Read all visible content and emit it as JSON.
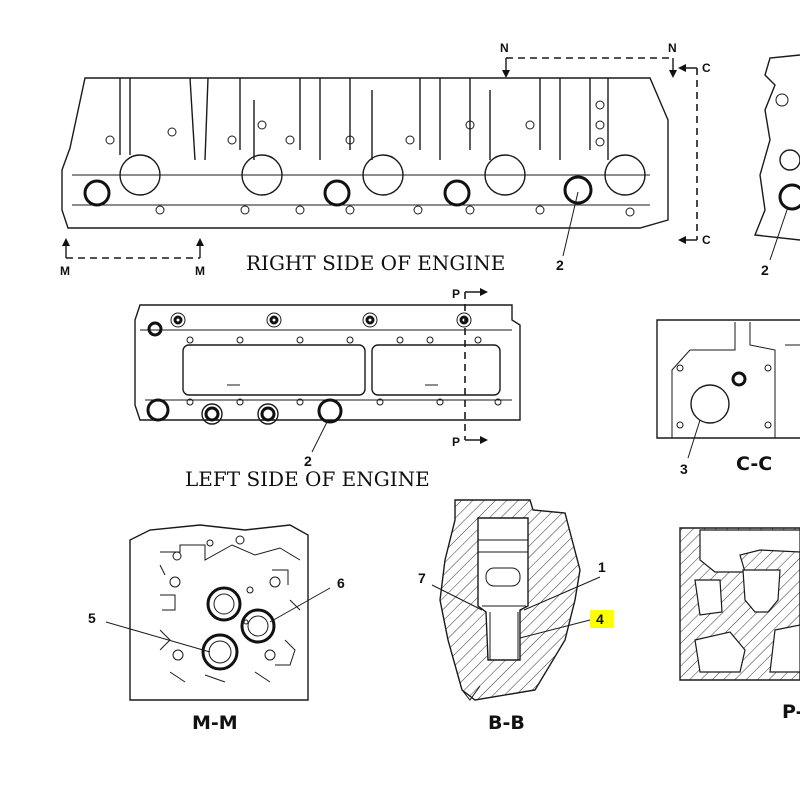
{
  "views": {
    "right_side": {
      "title": "RIGHT SIDE OF ENGINE",
      "callout": "2"
    },
    "left_side": {
      "title": "LEFT SIDE OF ENGINE",
      "callout": "2"
    },
    "section_cc": {
      "title": "C-C",
      "callout": "3"
    },
    "section_mm": {
      "title": "M-M",
      "callout_a": "5",
      "callout_b": "6"
    },
    "section_bb": {
      "title": "B-B",
      "callout_a": "7",
      "callout_b": "1",
      "callout_c": "4"
    },
    "section_p": {
      "title": "P-"
    },
    "edge_top_right": {
      "callout": "2"
    }
  },
  "section_marks": {
    "n": "N",
    "c": "C",
    "m": "M",
    "p": "P"
  },
  "colors": {
    "line": "#1a1a1a",
    "highlight": "#ffff00",
    "background": "#ffffff"
  }
}
